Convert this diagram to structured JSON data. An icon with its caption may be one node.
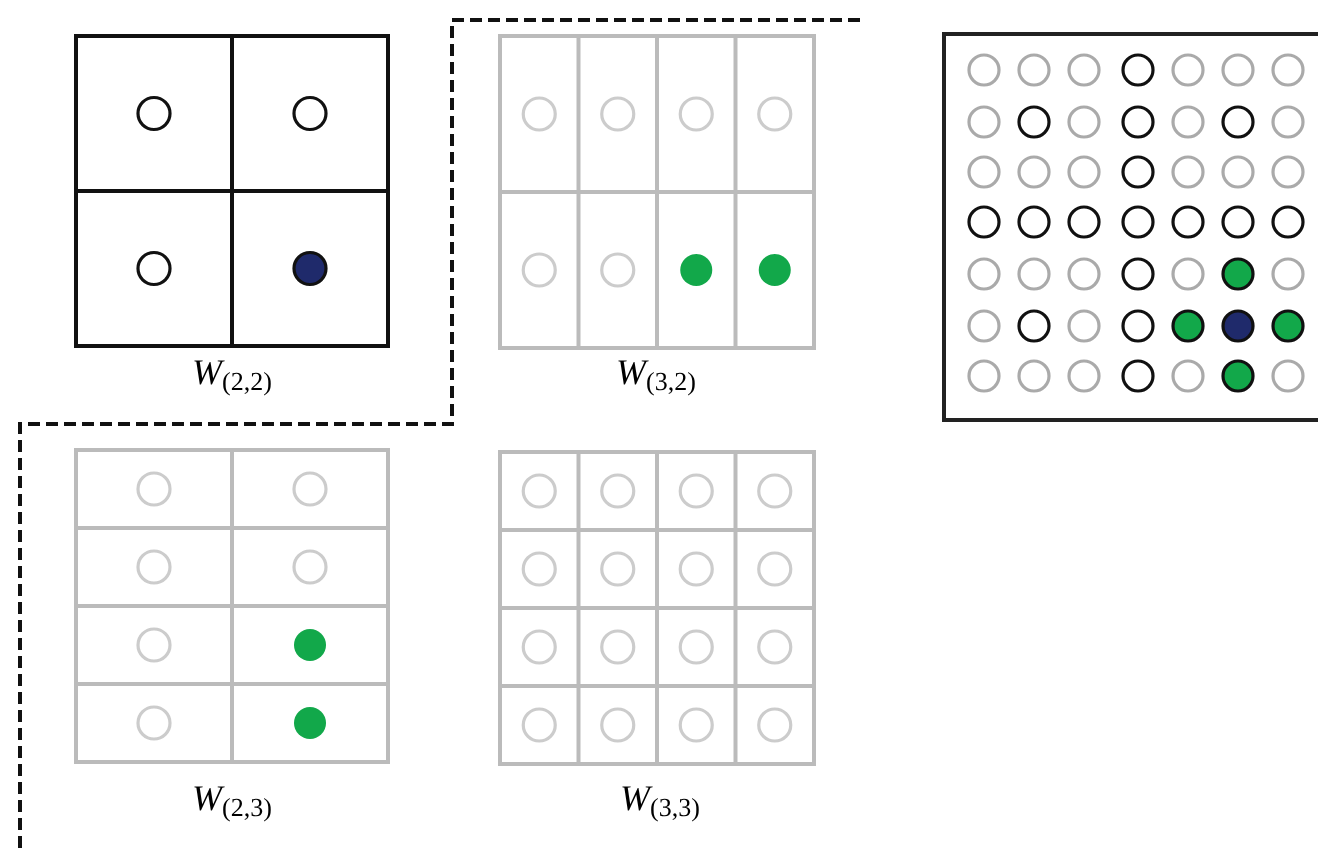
{
  "diagram": {
    "labels": [
      "*W*$_{(2,2)}$",
      "*W*$_{(3,2)}$",
      "*W*$_{(2,3)}$",
      "*W*$_{(3,3)}$"
    ]
  }
}
